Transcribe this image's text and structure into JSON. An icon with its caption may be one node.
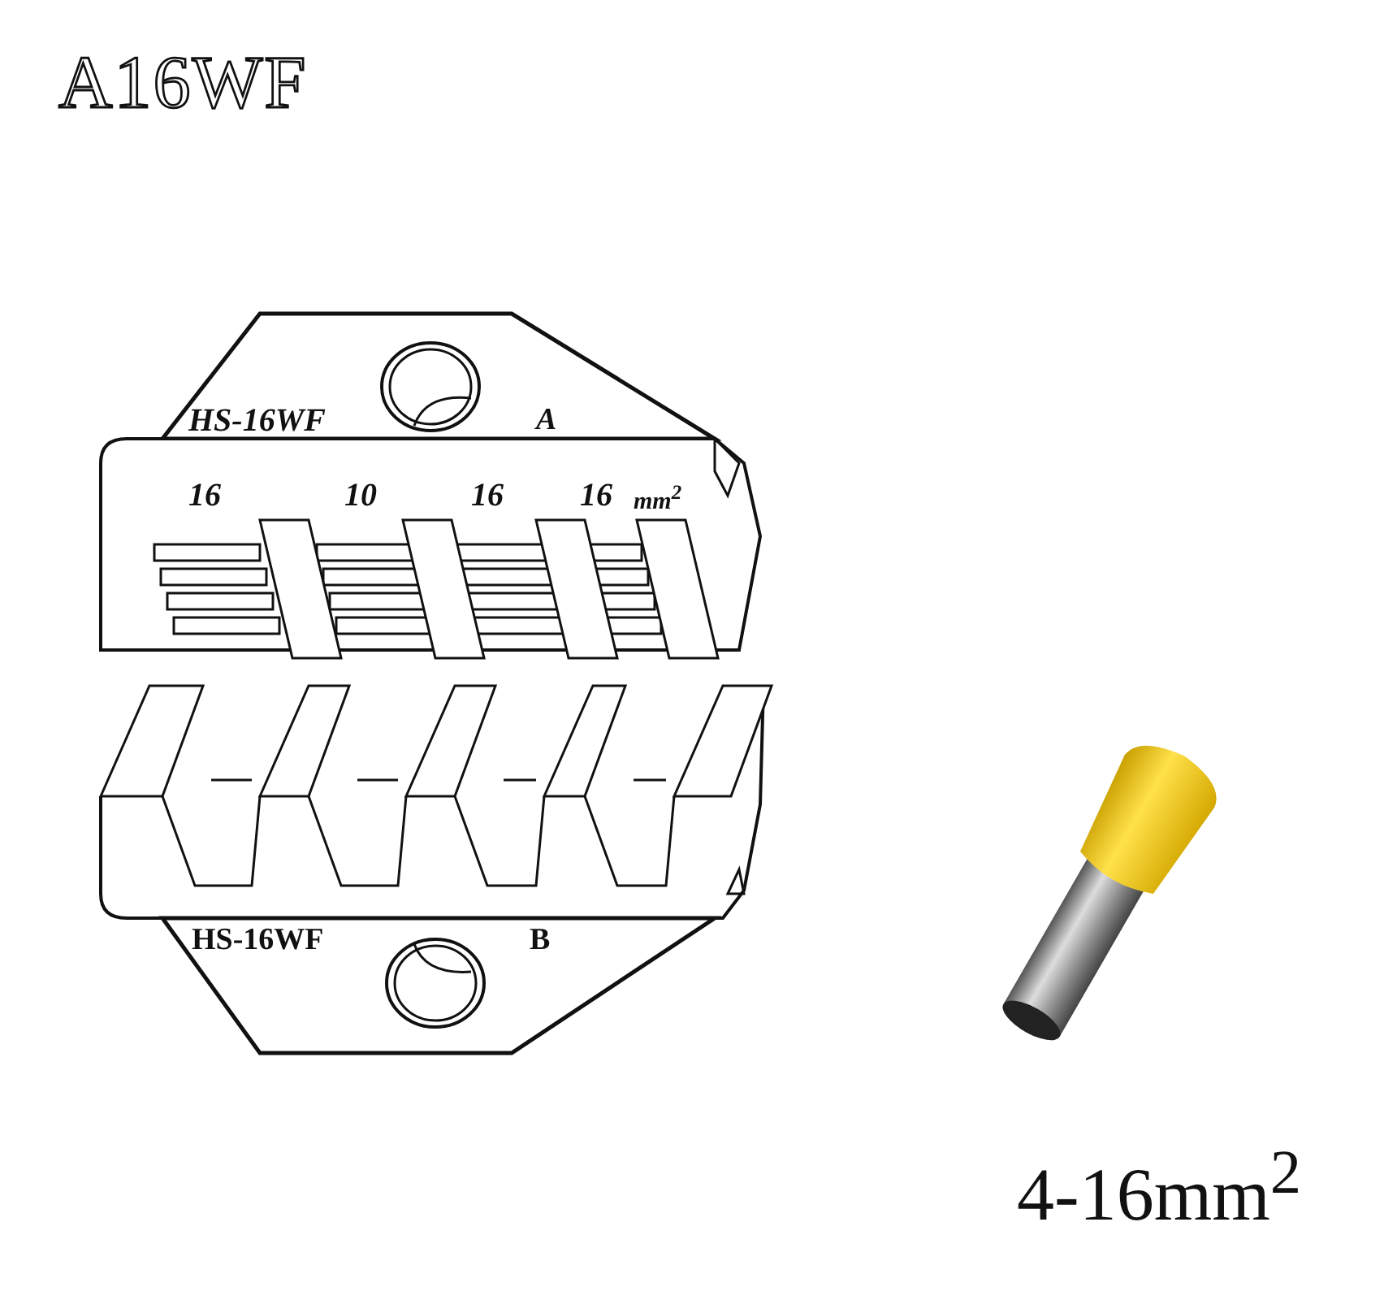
{
  "diagram": {
    "title": "A16WF",
    "labels": [
      "HS-16WF",
      "A",
      "16",
      "10",
      "16",
      "16",
      "mm$^{2}$",
      "HS-16WF",
      "B",
      "4-16mm$^{2}$"
    ]
  }
}
